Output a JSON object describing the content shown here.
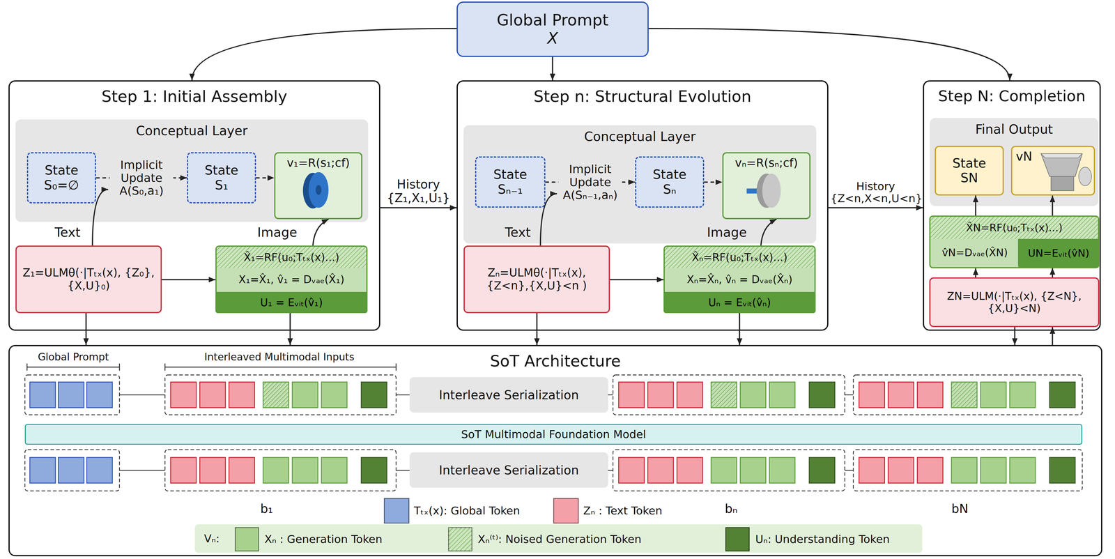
{
  "diagram": {
    "nodes": [
      {
        "text": [
          "Global Prompt",
          "X"
        ]
      },
      {
        "text": [
          "Step 1: Initial Assembly"
        ]
      },
      {
        "text": [
          "Conceptual Layer"
        ],
        "in": 1
      },
      {
        "text": [
          "State S₀=∅"
        ],
        "in": 2
      },
      {
        "text": [
          "State S₁"
        ],
        "in": 2
      },
      {
        "text": [
          "v₁=R(s₁;cf)"
        ],
        "in": 2
      },
      {
        "text": [
          "Z₁=ULMθ(·|Tₜₓ(x), {Z₀},{X,U}₀)"
        ],
        "in": 1
      },
      {
        "text": [
          "X̂₁=RF(u₀;Tₜₓ(x)...)",
          "X₁=X̂₁, v̂₁ = Dᵥₐₑ(X̂₁)"
        ],
        "in": 1
      },
      {
        "text": [
          "U₁ = Eᵥᵢₜ(v̂₁)"
        ],
        "in": 7
      },
      {
        "text": [
          "Step n: Structural Evolution"
        ]
      },
      {
        "text": [
          "Conceptual Layer"
        ],
        "in": 9
      },
      {
        "text": [
          "State Sₙ₋₁"
        ],
        "in": 10
      },
      {
        "text": [
          "State Sₙ"
        ],
        "in": 10
      },
      {
        "text": [
          "vₙ=R(sₙ;cf)"
        ],
        "in": 10
      },
      {
        "text": [
          "Zₙ=ULMθ(·|Tₜₓ(x), {Z<n},{X,U}<n )"
        ],
        "in": 9
      },
      {
        "text": [
          "X̂ₙ=RF(u₀;Tₜₓ(x)...)",
          "Xₙ=X̂ₙ, v̂ₙ = Dᵥₐₑ(X̂ₙ)"
        ],
        "in": 9
      },
      {
        "text": [
          "Uₙ = Eᵥᵢₜ(v̂ₙ)"
        ],
        "in": 15
      },
      {
        "text": [
          "Step N: Completion"
        ]
      },
      {
        "text": [
          "Final Output"
        ],
        "in": 17
      },
      {
        "text": [
          "State SN"
        ],
        "in": 18
      },
      {
        "text": [
          "vN"
        ],
        "in": 18
      },
      {
        "text": [
          "X̂N=RF(u₀;Tₜₓ(x)...)",
          "v̂N=Dᵥₐₑ(X̂N)"
        ],
        "in": 17
      },
      {
        "text": [
          "UN=Eᵥᵢₜ(v̂N)"
        ],
        "in": 21
      },
      {
        "text": [
          "ZN=ULM(·|Tₜₓ(x), {Z<N},{X,U}<N)"
        ],
        "in": 17
      },
      {
        "text": [
          "SoT Architecture"
        ]
      },
      {
        "text": [
          "Interleave Serialization"
        ],
        "in": 24
      },
      {
        "text": [
          "SoT Multimodal Foundation Model"
        ],
        "in": 24
      },
      {
        "text": [
          "Interleave Serialization"
        ],
        "in": 24
      }
    ],
    "edges": [
      {
        "from": 0,
        "to": 1,
        "arrow": "to"
      },
      {
        "from": 0,
        "to": 9,
        "arrow": "to"
      },
      {
        "from": 0,
        "to": 17,
        "arrow": "to"
      },
      {
        "from": 3,
        "to": 4,
        "arrow": "to",
        "label": "Implicit Update A(S₀,a₁)"
      },
      {
        "from": 4,
        "to": 5,
        "arrow": "to"
      },
      {
        "from": 6,
        "to": 7,
        "arrow": "to"
      },
      {
        "from": 7,
        "to": 5,
        "arrow": "to"
      },
      {
        "from": 1,
        "to": 9,
        "arrow": "to",
        "label": "History {Z₁,X₁,U₁}"
      },
      {
        "from": 11,
        "to": 12,
        "arrow": "to",
        "label": "Implicit Update A(Sₙ₋₁,aₙ)"
      },
      {
        "from": 12,
        "to": 13,
        "arrow": "to"
      },
      {
        "from": 14,
        "to": 15,
        "arrow": "to"
      },
      {
        "from": 15,
        "to": 13,
        "arrow": "to"
      },
      {
        "from": 9,
        "to": 17,
        "arrow": "to",
        "label": "History {Z<n,X<n,U<n}"
      },
      {
        "from": 23,
        "to": 21,
        "arrow": "to"
      },
      {
        "from": 23,
        "to": 22,
        "arrow": "to"
      },
      {
        "from": 21,
        "to": 19,
        "arrow": "to"
      },
      {
        "from": 21,
        "to": 20,
        "arrow": "to"
      },
      {
        "from": 6,
        "to": 24,
        "arrow": "to"
      },
      {
        "from": 7,
        "to": 24,
        "arrow": "to"
      },
      {
        "from": 14,
        "to": 24,
        "arrow": "to"
      },
      {
        "from": 15,
        "to": 24,
        "arrow": "to"
      },
      {
        "from": 23,
        "to": 24,
        "arrow": "to"
      },
      {
        "from": 24,
        "to": 23,
        "arrow": "to"
      }
    ],
    "labels": [
      "Text",
      "Image",
      "Text",
      "Image",
      "Global Prompt",
      "Interleaved Multimodal Inputs",
      "b₁",
      "bₙ",
      "bN",
      "Vₙ:"
    ],
    "legend": [
      {
        "text": "Tₜₓ(x): Global Token",
        "color": "#8faadc"
      },
      {
        "text": "Zₙ : Text Token",
        "color": "#f4a0a8"
      },
      {
        "text": "Xₙ : Generation Token",
        "color": "#a9d18e"
      },
      {
        "text": "Xₙ⁽ᵗ⁾: Noised Generation Token"
      },
      {
        "text": "Uₙ: Understanding Token",
        "color": "#548235"
      }
    ]
  }
}
